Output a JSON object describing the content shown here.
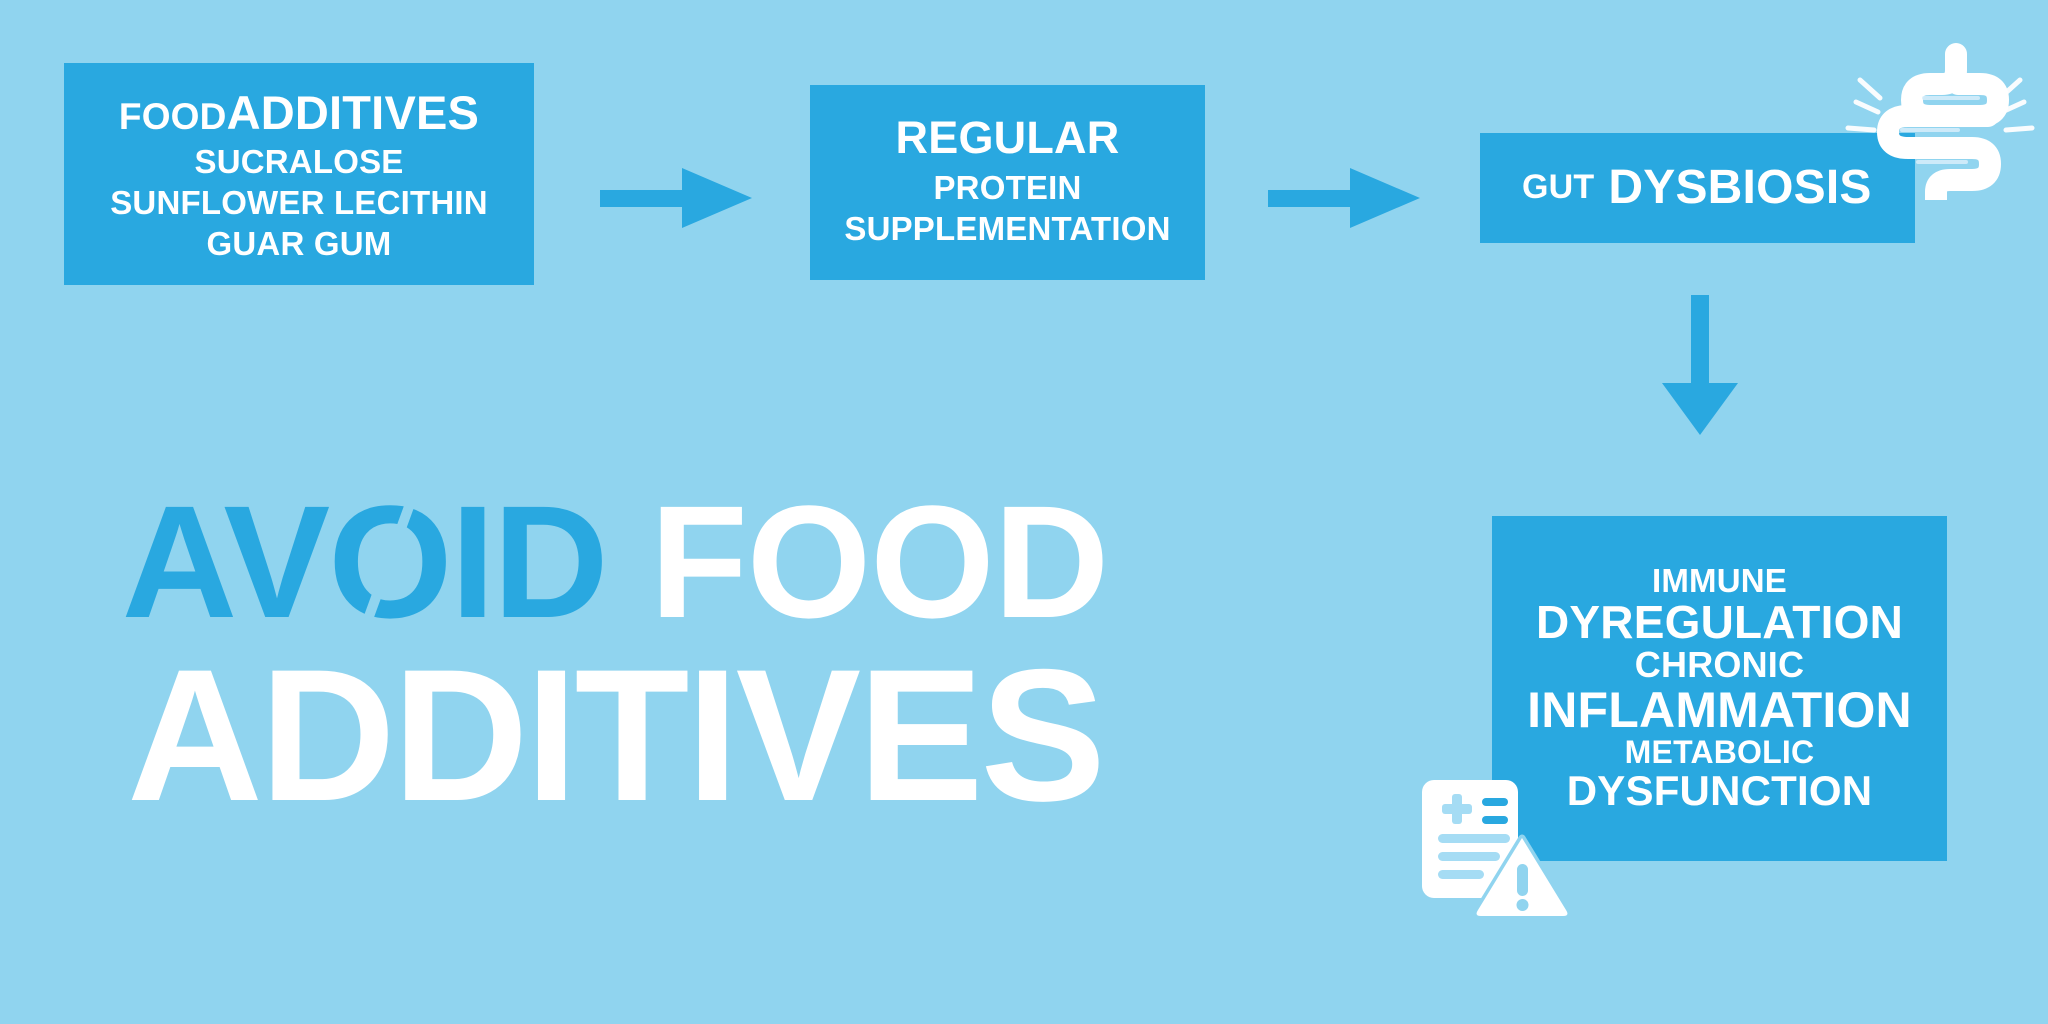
{
  "meta": {
    "background_color": "#90d4ef",
    "box_color": "#29a8e0",
    "text_color": "#ffffff",
    "accent_color": "#29a8e0"
  },
  "flow": {
    "box_additives": {
      "title_small": "FOOD",
      "title_large": "ADDITIVES",
      "items": [
        "SUCRALOSE",
        "SUNFLOWER LECITHIN",
        "GUAR GUM"
      ]
    },
    "box_protein": {
      "line1": "REGULAR",
      "line2": "PROTEIN",
      "line3": "SUPPLEMENTATION"
    },
    "box_dysbiosis": {
      "small": "GUT",
      "large": "DYSBIOSIS",
      "icon": "intestine-icon"
    },
    "box_outcomes": {
      "line1": "IMMUNE",
      "line2": "DYREGULATION",
      "line3": "CHRONIC",
      "line4": "INFLAMMATION",
      "line5": "METABOLIC",
      "line6": "DYSFUNCTION",
      "icon": "medical-report-warning-icon"
    },
    "arrows": {
      "arrow_1": "arrow-right-icon",
      "arrow_2": "arrow-right-icon",
      "arrow_down": "arrow-down-icon"
    }
  },
  "headline": {
    "word_1_part_a": "AV",
    "word_1_slashed_letter": "O",
    "word_1_part_b": "ID",
    "word_2": "FOOD",
    "row_2": "ADDITIVES"
  }
}
